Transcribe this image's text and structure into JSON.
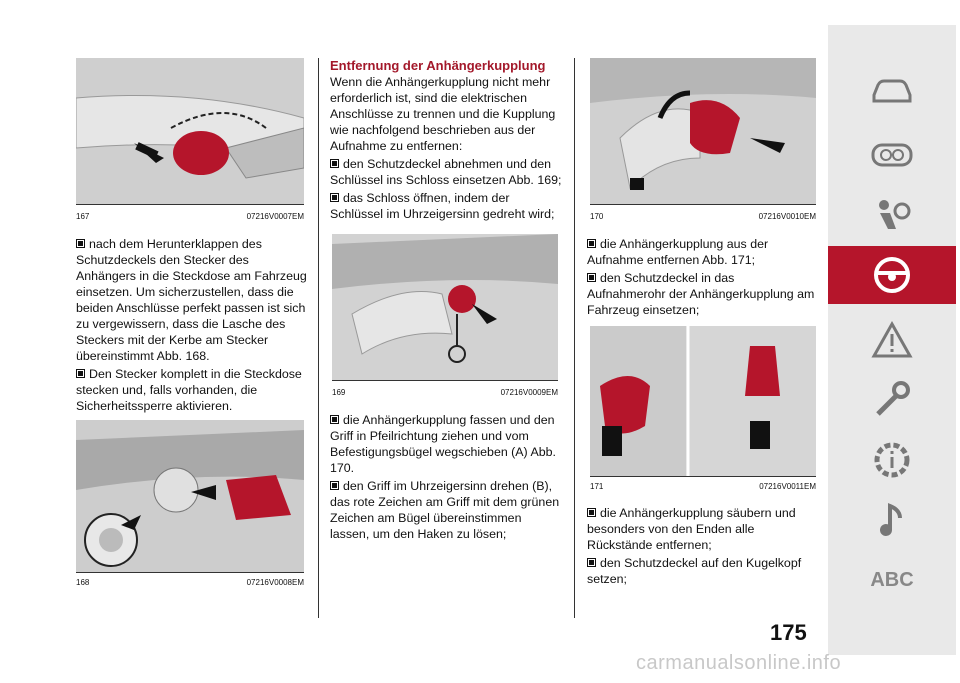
{
  "page_number": "175",
  "figures": {
    "f167": {
      "num": "167",
      "code": "07216V0007EM"
    },
    "f168": {
      "num": "168",
      "code": "07216V0008EM"
    },
    "f169": {
      "num": "169",
      "code": "07216V0009EM"
    },
    "f170": {
      "num": "170",
      "code": "07216V0010EM"
    },
    "f171": {
      "num": "171",
      "code": "07216V0011EM"
    }
  },
  "col1": {
    "b1": "nach dem Herunterklappen des Schutzdeckels den Stecker des Anhängers in die Steckdose am Fahrzeug einsetzen. Um sicherzustellen, dass die beiden Anschlüsse perfekt passen ist sich zu vergewissern, dass die Lasche des Steckers mit der Kerbe am Stecker übereinstimmt Abb. 168.",
    "b2": "Den Stecker komplett in die Steckdose stecken und, falls vorhanden, die Sicherheitssperre aktivieren."
  },
  "col2": {
    "heading": "Entfernung der Anhängerkupplung",
    "intro": "Wenn die Anhängerkupplung nicht mehr erforderlich ist, sind die elektrischen Anschlüsse zu trennen und die Kupplung wie nachfolgend beschrieben aus der Aufnahme zu entfernen:",
    "b1": "den Schutzdeckel abnehmen und den Schlüssel ins Schloss einsetzen Abb. 169;",
    "b2": "das Schloss öffnen, indem der Schlüssel im Uhrzeigersinn gedreht wird;",
    "b3": "die Anhängerkupplung fassen und den Griff in Pfeilrichtung ziehen und vom Befestigungsbügel wegschieben (A) Abb. 170.",
    "b4": "den Griff im Uhrzeigersinn drehen (B), das rote Zeichen am Griff mit dem grünen Zeichen am Bügel übereinstimmen lassen, um den Haken zu lösen;"
  },
  "col3": {
    "b1": "die Anhängerkupplung aus der Aufnahme entfernen Abb. 171;",
    "b2": "den Schutzdeckel in das Aufnahmerohr der Anhängerkupplung am Fahrzeug einsetzen;",
    "b3": "die Anhängerkupplung säubern und besonders von den Enden alle Rückstände entfernen;",
    "b4": "den Schutzdeckel auf den Kugelkopf setzen;"
  },
  "sidebar": {
    "abc": "ABC",
    "icons": [
      "car-icon",
      "dashboard-icon",
      "airbag-icon",
      "steering-wheel-icon",
      "warning-triangle-icon",
      "wrench-icon",
      "gear-info-icon",
      "music-note-icon"
    ],
    "active": "steering-wheel-icon",
    "accent": "#b5152b"
  },
  "watermark": "carmanualsonline.info"
}
